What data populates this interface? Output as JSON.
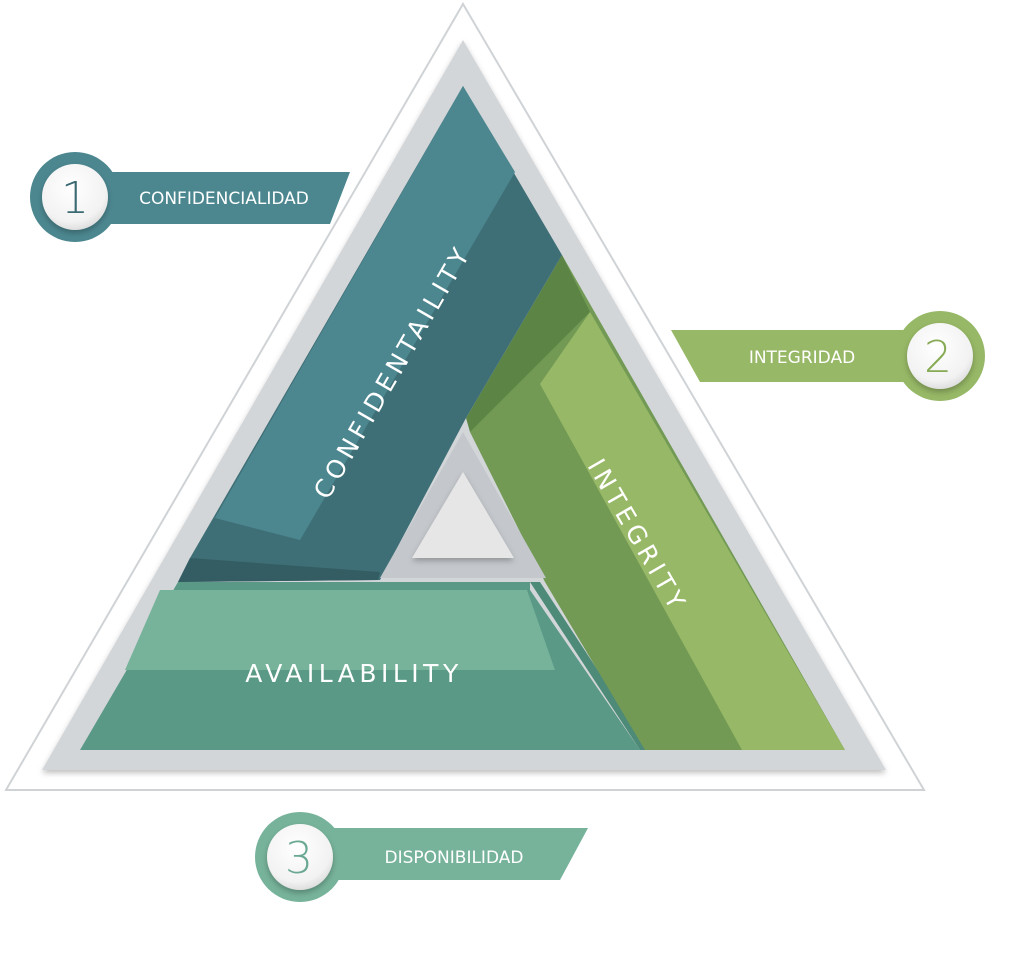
{
  "colors": {
    "confidentiality_primary": "#4c8790",
    "confidentiality_dark": "#3f6f76",
    "confidentiality_darkest": "#345d63",
    "integrity_primary": "#97b866",
    "integrity_dark": "#729a55",
    "integrity_darkest": "#5c8545",
    "availability_primary": "#5a9985",
    "availability_light": "#77b39b",
    "availability_dark": "#4d8a77",
    "frame_outer": "#d3d6d9",
    "frame_inner": "#c4c8cc",
    "center_triangle": "#e6e6e6",
    "outline": "#d0d3d6"
  },
  "diagram": {
    "bands": [
      {
        "id": "confidentiality",
        "label": "CONFIDENTAILITY"
      },
      {
        "id": "integrity",
        "label": "INTEGRITY"
      },
      {
        "id": "availability",
        "label": "AVAILABILITY"
      }
    ],
    "callouts": [
      {
        "number": "1",
        "label": "CONFIDENCIALIDAD",
        "color": "#4c8790"
      },
      {
        "number": "2",
        "label": "INTEGRIDAD",
        "color": "#97b866"
      },
      {
        "number": "3",
        "label": "DISPONIBILIDAD",
        "color": "#77b39b"
      }
    ]
  }
}
